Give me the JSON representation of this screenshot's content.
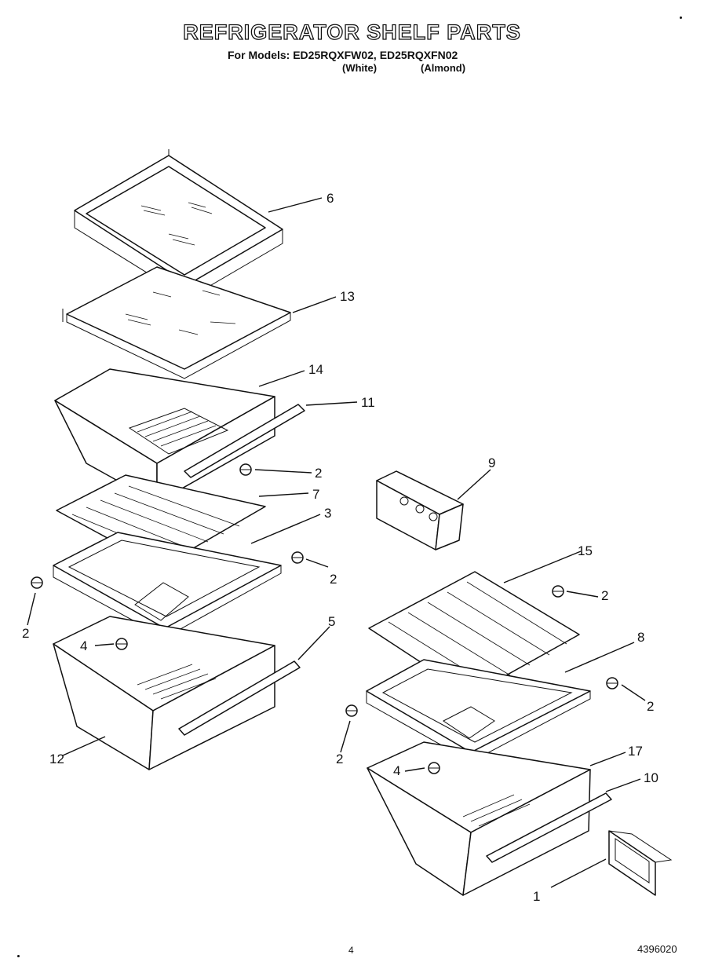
{
  "header": {
    "title": "REFRIGERATOR SHELF PARTS",
    "models_line": "For Models: ED25RQXFW02, ED25RQXFN02",
    "color_white": "(White)",
    "color_almond": "(Almond)"
  },
  "footer": {
    "page_number": "4",
    "document_number": "4396020"
  },
  "callouts": {
    "c1": "1",
    "c2": "2",
    "c3": "3",
    "c4": "4",
    "c5": "5",
    "c6": "6",
    "c7": "7",
    "c8": "8",
    "c9": "9",
    "c10": "10",
    "c11": "11",
    "c12": "12",
    "c13": "13",
    "c14": "14",
    "c15": "15",
    "c17": "17"
  }
}
